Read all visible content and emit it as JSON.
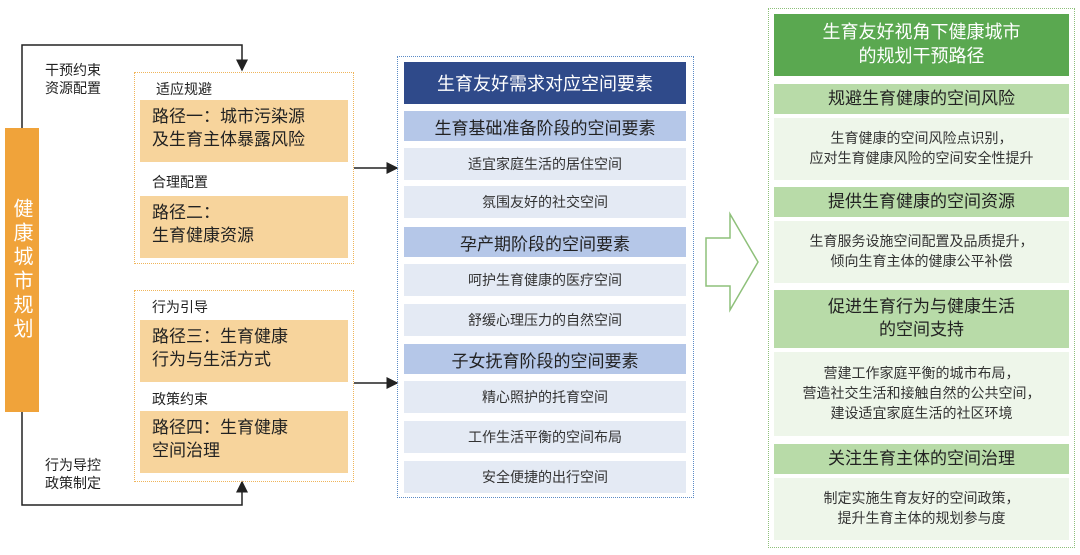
{
  "left": {
    "vertical_title": "健康城市规划",
    "top_side_label": "干预约束\n资源配置",
    "bottom_side_label": "行为导控\n政策制定",
    "group1": {
      "label_a": "适应规避",
      "path_a": "路径一：城市污染源\n及生育主体暴露风险",
      "label_b": "合理配置",
      "path_b": "路径二：\n生育健康资源"
    },
    "group2": {
      "label_a": "行为引导",
      "path_a": "路径三：生育健康\n行为与生活方式",
      "label_b": "政策约束",
      "path_b": "路径四：生育健康\n空间治理"
    }
  },
  "middle": {
    "title": "生育友好需求对应空间要素",
    "sections": [
      {
        "heading": "生育基础准备阶段的空间要素",
        "items": [
          "适宜家庭生活的居住空间",
          "氛围友好的社交空间"
        ]
      },
      {
        "heading": "孕产期阶段的空间要素",
        "items": [
          "呵护生育健康的医疗空间",
          "舒缓心理压力的自然空间"
        ]
      },
      {
        "heading": "子女抚育阶段的空间要素",
        "items": [
          "精心照护的托育空间",
          "工作生活平衡的空间布局",
          "安全便捷的出行空间"
        ]
      }
    ]
  },
  "right": {
    "title": "生育友好视角下健康城市\n的规划干预路径",
    "blocks": [
      {
        "heading": "规避生育健康的空间风险",
        "body": "生育健康的空间风险点识别，\n应对生育健康风险的空间安全性提升"
      },
      {
        "heading": "提供生育健康的空间资源",
        "body": "生育服务设施空间配置及品质提升，\n倾向生育主体的健康公平补偿"
      },
      {
        "heading": "促进生育行为与健康生活\n的空间支持",
        "body": "营建工作家庭平衡的城市布局，\n营造社交生活和接触自然的公共空间，\n建设适宜家庭生活的社区环境"
      },
      {
        "heading": "关注生育主体的空间治理",
        "body": "制定实施生育友好的空间政策，\n提升生育主体的规划参与度"
      }
    ]
  },
  "colors": {
    "orange": "#f0a33a",
    "light_orange": "#f7d49c",
    "navy": "#2f4a8a",
    "light_blue": "#b5c7e8",
    "green": "#5aa850",
    "light_green": "#b8dba8"
  }
}
